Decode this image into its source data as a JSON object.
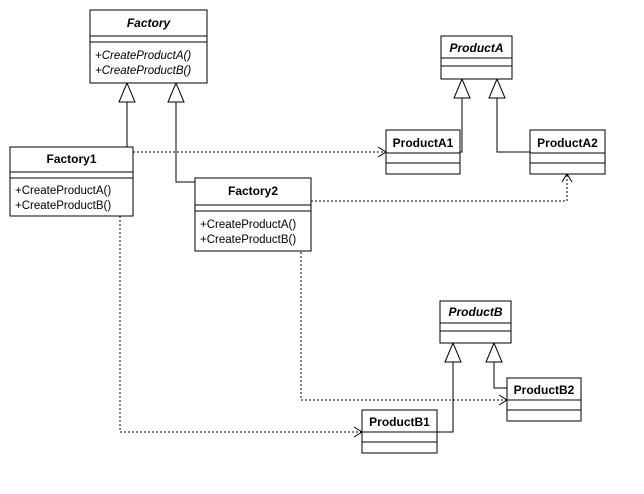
{
  "classes": {
    "factory": {
      "name": "Factory",
      "methods": [
        "+CreateProductA()",
        "+CreateProductB()"
      ]
    },
    "factory1": {
      "name": "Factory1",
      "methods": [
        "+CreateProductA()",
        "+CreateProductB()"
      ]
    },
    "factory2": {
      "name": "Factory2",
      "methods": [
        "+CreateProductA()",
        "+CreateProductB()"
      ]
    },
    "product_a": {
      "name": "ProductA"
    },
    "product_a1": {
      "name": "ProductA1"
    },
    "product_a2": {
      "name": "ProductA2"
    },
    "product_b": {
      "name": "ProductB"
    },
    "product_b1": {
      "name": "ProductB1"
    },
    "product_b2": {
      "name": "ProductB2"
    }
  },
  "relationships": [
    {
      "from": "Factory1",
      "to": "Factory",
      "type": "generalization"
    },
    {
      "from": "Factory2",
      "to": "Factory",
      "type": "generalization"
    },
    {
      "from": "ProductA1",
      "to": "ProductA",
      "type": "generalization"
    },
    {
      "from": "ProductA2",
      "to": "ProductA",
      "type": "generalization"
    },
    {
      "from": "ProductB1",
      "to": "ProductB",
      "type": "generalization"
    },
    {
      "from": "ProductB2",
      "to": "ProductB",
      "type": "generalization"
    },
    {
      "from": "Factory1",
      "to": "ProductA1",
      "type": "dependency"
    },
    {
      "from": "Factory1",
      "to": "ProductB1",
      "type": "dependency"
    },
    {
      "from": "Factory2",
      "to": "ProductA2",
      "type": "dependency"
    },
    {
      "from": "Factory2",
      "to": "ProductB2",
      "type": "dependency"
    }
  ]
}
